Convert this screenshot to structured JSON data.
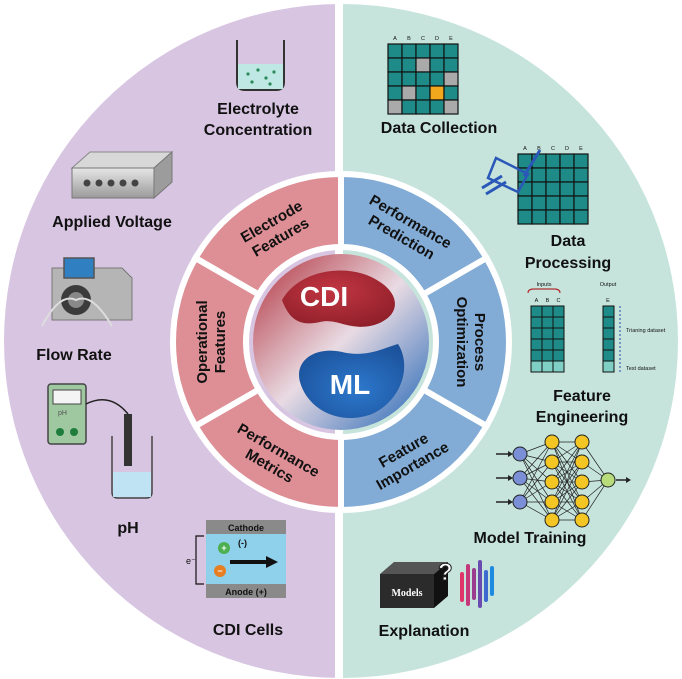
{
  "core": {
    "top_label": "CDI",
    "bottom_label": "ML"
  },
  "left_ring": [
    {
      "line1": "Electrode",
      "line2": "Features"
    },
    {
      "line1": "Operational",
      "line2": "Features"
    },
    {
      "line1": "Performance",
      "line2": "Metrics"
    }
  ],
  "right_ring": [
    {
      "line1": "Performance",
      "line2": "Prediction"
    },
    {
      "line1": "Process",
      "line2": "Optimization"
    },
    {
      "line1": "Feature",
      "line2": "Importance"
    }
  ],
  "left_outer": {
    "electrolyte": {
      "line1": "Electrolyte",
      "line2": "Concentration"
    },
    "voltage": "Applied Voltage",
    "flow_rate": "Flow Rate",
    "ph": "pH",
    "ph_meter_text": "pH",
    "cdi_cells": "CDI Cells",
    "cell": {
      "cathode": "Cathode",
      "anode": "Anode (+)",
      "minus": "(-)",
      "electron": "e⁻"
    }
  },
  "right_outer": {
    "data_collection": "Data Collection",
    "data_processing": {
      "line1": "Data",
      "line2": "Processing"
    },
    "feature_engineering": {
      "line1": "Feature",
      "line2": "Engineering"
    },
    "model_training": "Model Training",
    "explanation": "Explanation",
    "models_box": "Models",
    "grid_cols": [
      "A",
      "B",
      "C",
      "D",
      "E"
    ],
    "fe_inputs": "Inputs",
    "fe_output": "Output",
    "fe_input_cols": [
      "A",
      "B",
      "C"
    ],
    "fe_output_col": "E",
    "fe_training": "Trianing dataset",
    "fe_test": "Test dataset"
  },
  "colors": {
    "left_outer_bg": "#d8c5e2",
    "right_outer_bg": "#c6e4dc",
    "left_ring_bg": "#dd8f95",
    "right_ring_bg": "#82acd6",
    "core_red": "#a82b35",
    "core_blue": "#1f64b5",
    "grid_teal": "#1f8b88"
  }
}
